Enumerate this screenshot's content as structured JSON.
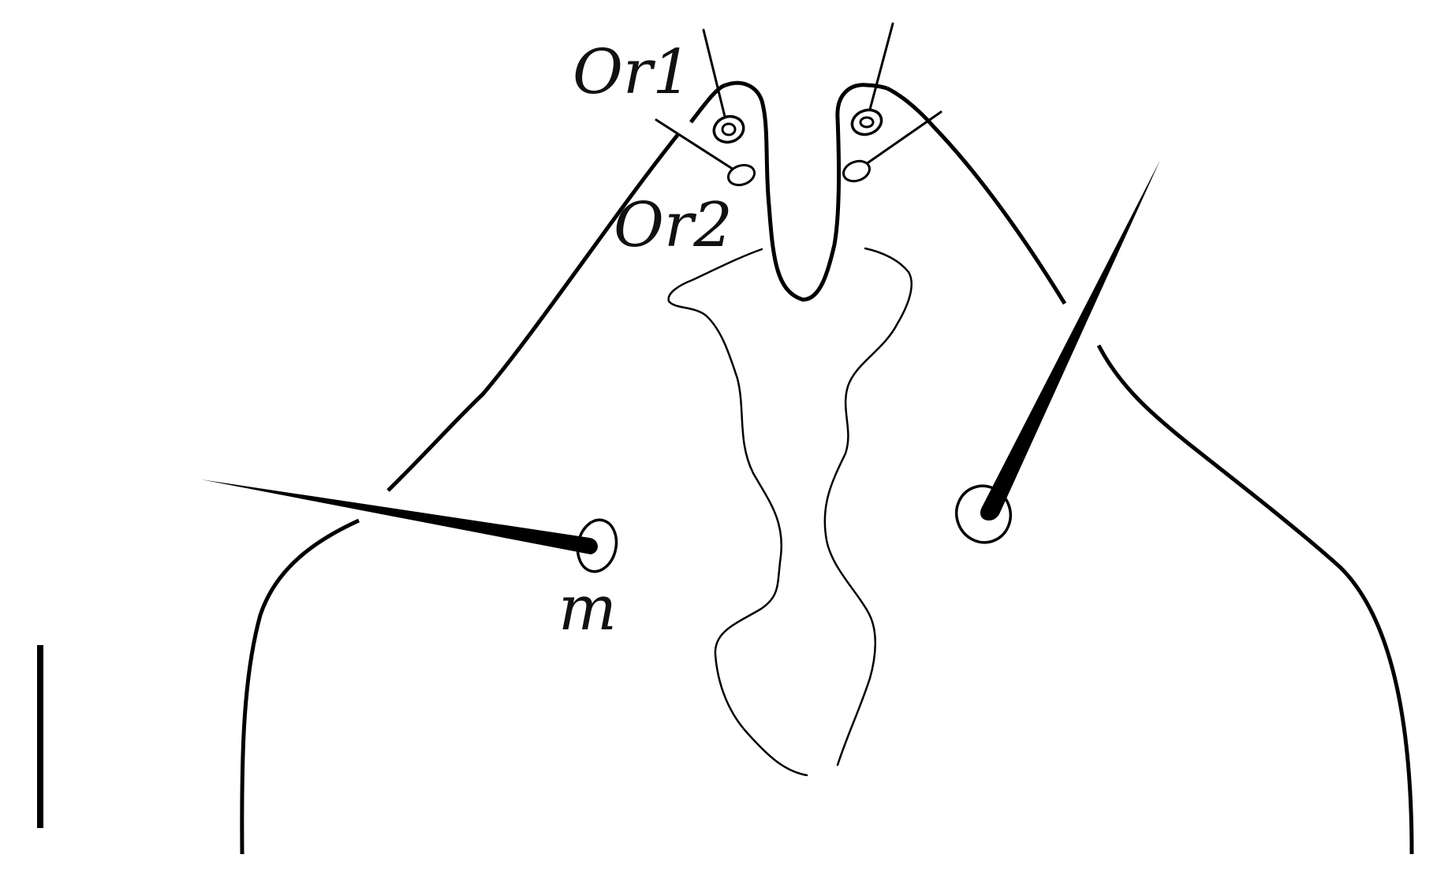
{
  "labels": {
    "or1": "Or1",
    "or2": "Or2",
    "m": "m"
  },
  "colors": {
    "line": "#000000",
    "background": "#ffffff"
  }
}
